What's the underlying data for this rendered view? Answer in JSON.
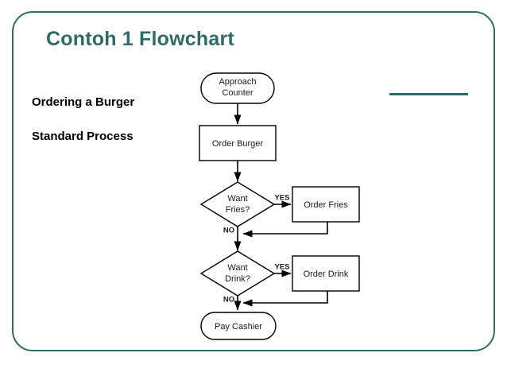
{
  "slide": {
    "title": "Contoh 1 Flowchart",
    "border_color": "#2e6b66",
    "background_color": "#ffffff",
    "accent_rule_color": "#2e6b66"
  },
  "diagram": {
    "caption": "Ordering a Burger\nStandard Process",
    "caption_line_1": "Ordering a Burger",
    "caption_line_2": "Standard Process",
    "type": "flowchart",
    "nodes": [
      {
        "id": "approach-counter",
        "label": "Approach Counter",
        "line_1": "Approach",
        "line_2": "Counter",
        "shape": "terminator"
      },
      {
        "id": "order-burger",
        "label": "Order Burger",
        "shape": "process"
      },
      {
        "id": "want-fries",
        "label": "Want Fries?",
        "line_1": "Want",
        "line_2": "Fries?",
        "shape": "decision"
      },
      {
        "id": "order-fries",
        "label": "Order Fries",
        "shape": "process"
      },
      {
        "id": "want-drink",
        "label": "Want Drink?",
        "line_1": "Want",
        "line_2": "Drink?",
        "shape": "decision"
      },
      {
        "id": "order-drink",
        "label": "Order Drink",
        "shape": "process"
      },
      {
        "id": "pay-cashier",
        "label": "Pay Cashier",
        "shape": "terminator"
      }
    ],
    "edge_labels": {
      "fries_yes": "YES",
      "fries_no": "NO",
      "drink_yes": "YES",
      "drink_no": "NO"
    }
  }
}
